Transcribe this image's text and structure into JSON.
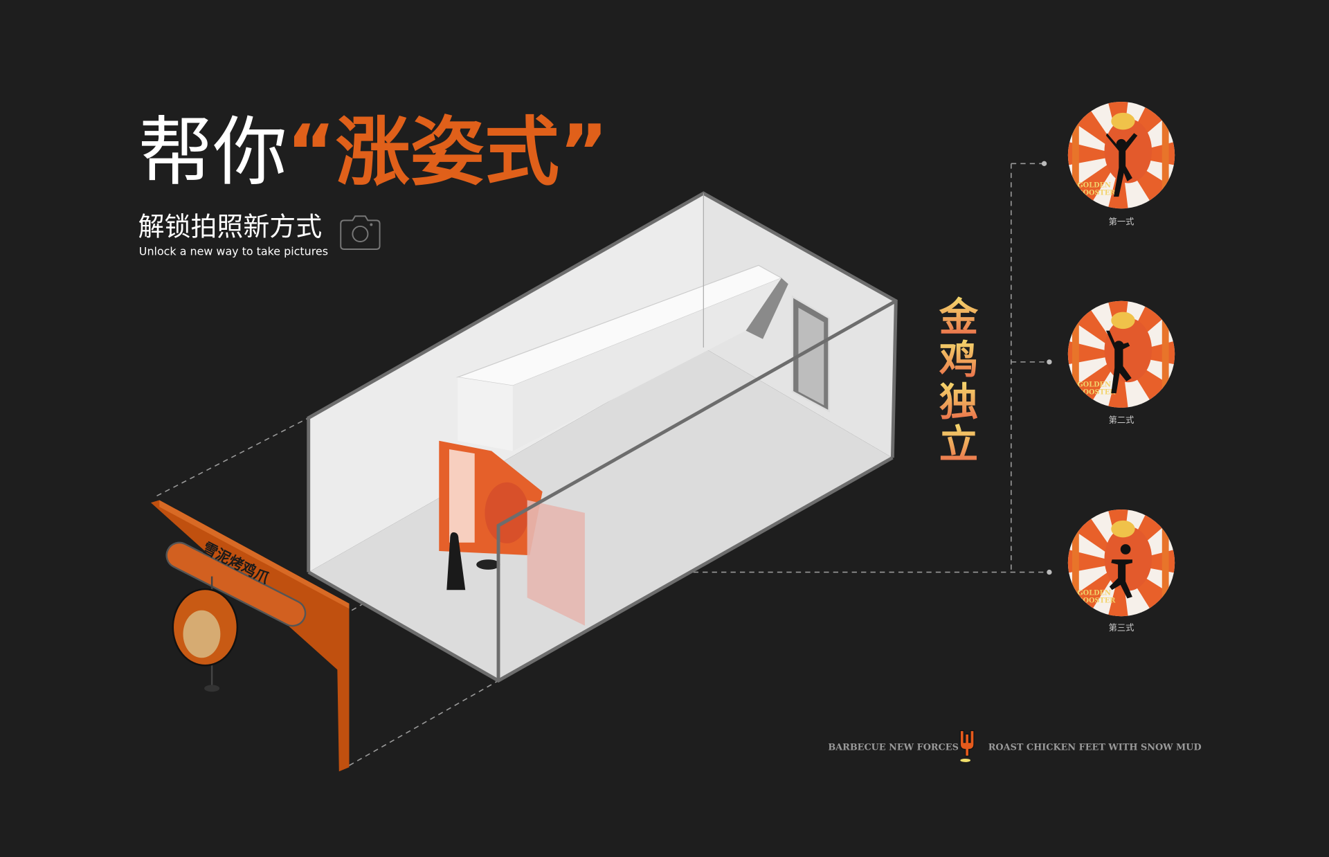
{
  "header": {
    "title_white": "帮你",
    "title_orange": "“涨姿式”",
    "subtitle_cn": "解锁拍照新方式",
    "subtitle_en": "Unlock a new way to take pictures",
    "camera_icon": "camera-icon"
  },
  "sign": {
    "brand_text": "雪泥烤鸡爪"
  },
  "feature": {
    "vertical_title": [
      "金",
      "鸡",
      "独",
      "立"
    ],
    "poses": [
      {
        "label": "第一式"
      },
      {
        "label": "第二式"
      },
      {
        "label": "第三式"
      }
    ]
  },
  "footer": {
    "left_text": "BARBECUE NEW FORCES",
    "right_text": "ROAST CHICKEN FEET WITH SNOW MUD",
    "logo_icon": "chicken-foot-icon"
  },
  "colors": {
    "background": "#1e1e1e",
    "accent_orange": "#e0601a",
    "arch_orange": "#c0500f",
    "gold": "#f2d36b",
    "coral": "#ea6a4c"
  }
}
